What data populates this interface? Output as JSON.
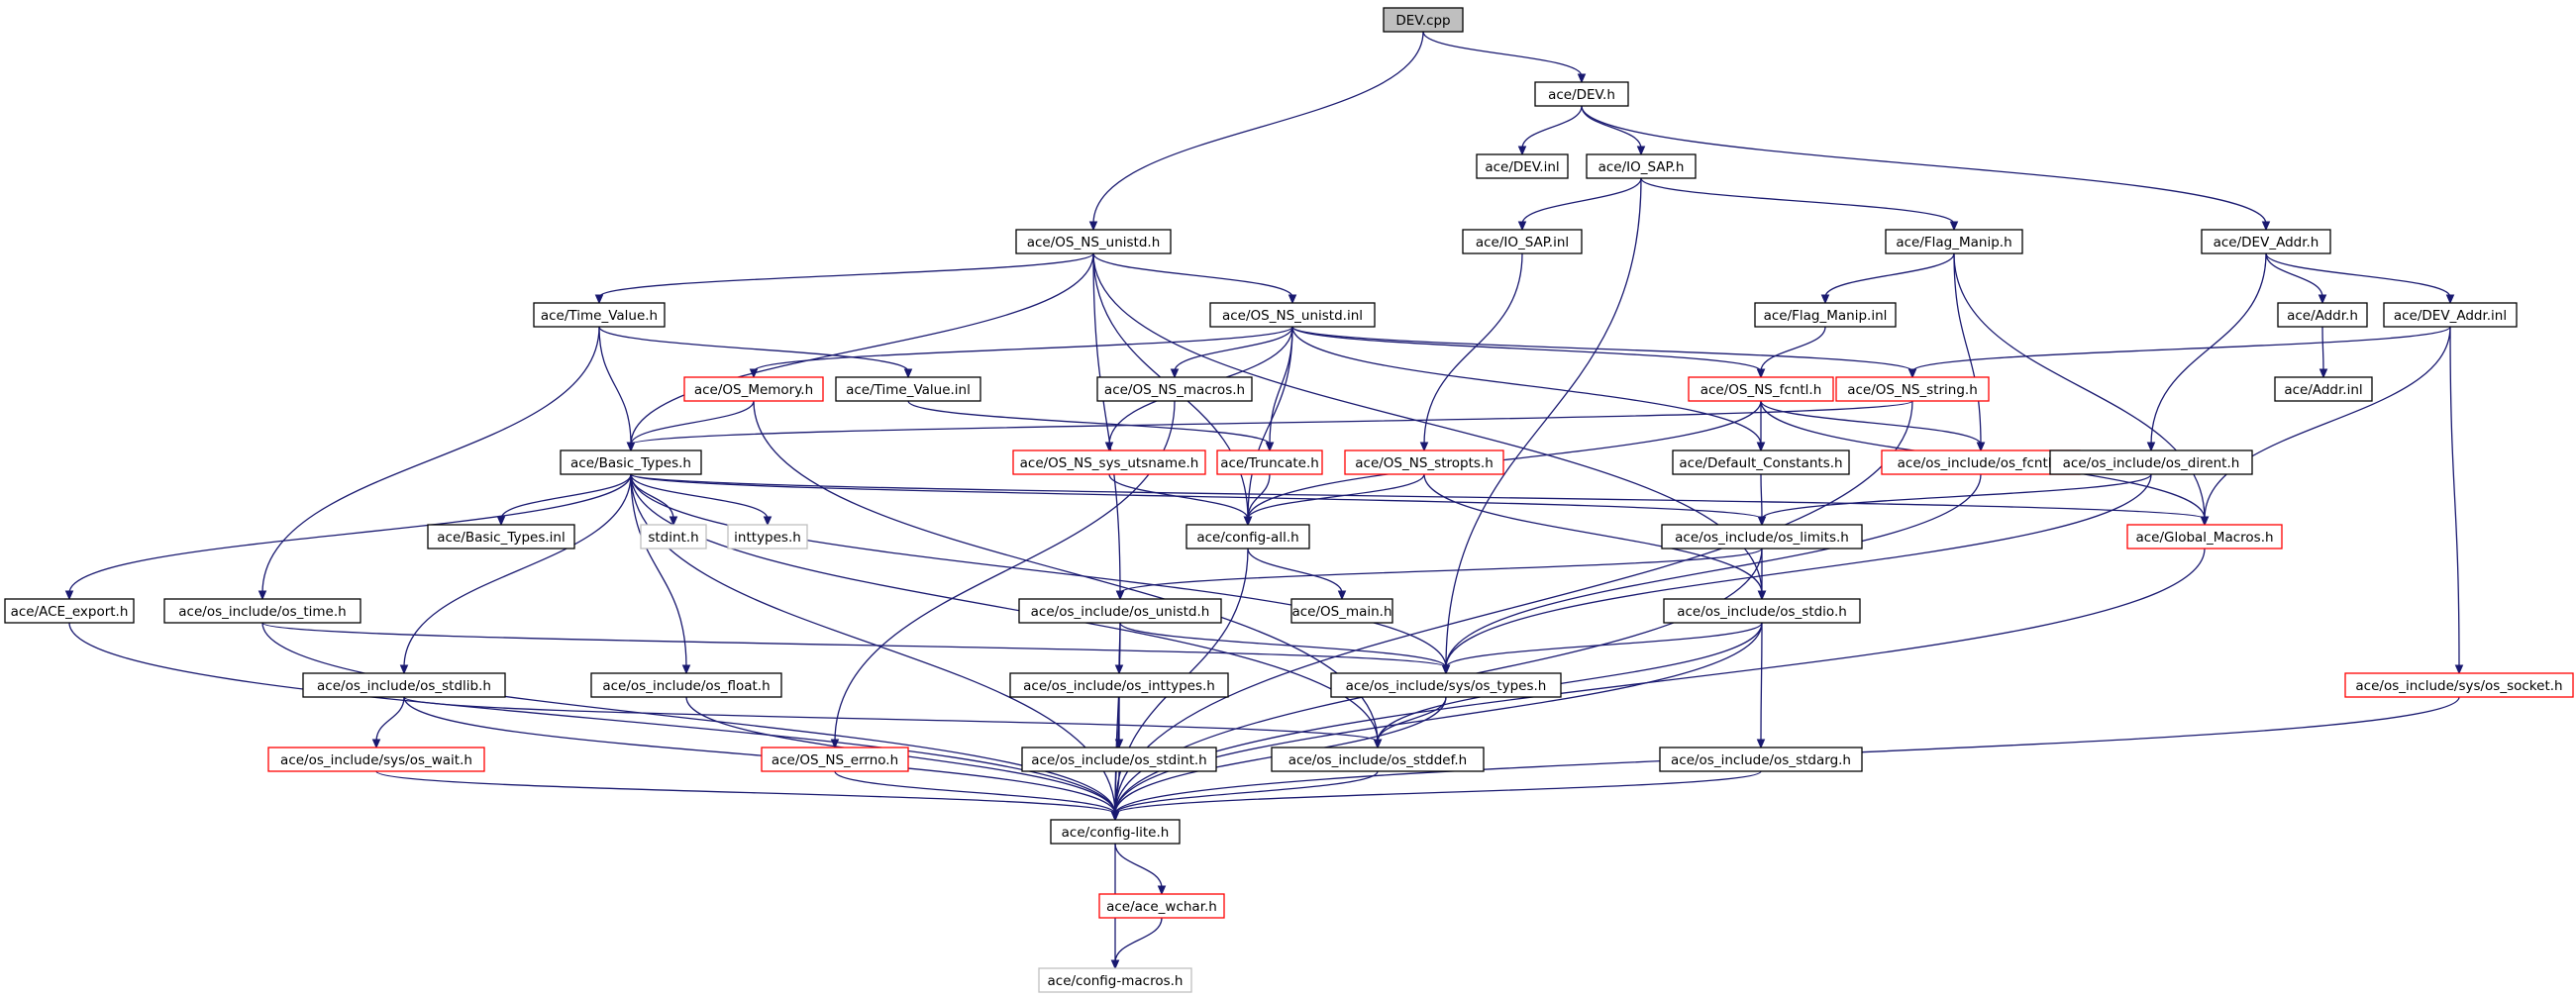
{
  "graph": {
    "colors": {
      "edge": "#191970",
      "root_fill": "#bfbfbf",
      "normal_border": "#000000",
      "truncated_border": "#ff0000",
      "external_border": "#bfbfbf",
      "external_text": "#7f7f7f"
    },
    "nodes": [
      {
        "id": "dev_cpp",
        "label": "DEV.cpp",
        "kind": "root"
      },
      {
        "id": "ace_dev_h",
        "label": "ace/DEV.h",
        "kind": "normal"
      },
      {
        "id": "dev_inl",
        "label": "ace/DEV.inl",
        "kind": "normal"
      },
      {
        "id": "io_sap_h",
        "label": "ace/IO_SAP.h",
        "kind": "normal"
      },
      {
        "id": "os_ns_unistd_h",
        "label": "ace/OS_NS_unistd.h",
        "kind": "normal"
      },
      {
        "id": "io_sap_inl",
        "label": "ace/IO_SAP.inl",
        "kind": "normal"
      },
      {
        "id": "flag_manip_h",
        "label": "ace/Flag_Manip.h",
        "kind": "normal"
      },
      {
        "id": "dev_addr_h",
        "label": "ace/DEV_Addr.h",
        "kind": "normal"
      },
      {
        "id": "time_value_h",
        "label": "ace/Time_Value.h",
        "kind": "normal"
      },
      {
        "id": "os_ns_unistd_inl",
        "label": "ace/OS_NS_unistd.inl",
        "kind": "normal"
      },
      {
        "id": "flag_manip_inl",
        "label": "ace/Flag_Manip.inl",
        "kind": "normal"
      },
      {
        "id": "addr_h",
        "label": "ace/Addr.h",
        "kind": "normal"
      },
      {
        "id": "dev_addr_inl",
        "label": "ace/DEV_Addr.inl",
        "kind": "normal"
      },
      {
        "id": "os_memory_h",
        "label": "ace/OS_Memory.h",
        "kind": "truncated"
      },
      {
        "id": "time_value_inl",
        "label": "ace/Time_Value.inl",
        "kind": "normal"
      },
      {
        "id": "os_ns_macros_h",
        "label": "ace/OS_NS_macros.h",
        "kind": "normal"
      },
      {
        "id": "os_ns_fcntl_h",
        "label": "ace/OS_NS_fcntl.h",
        "kind": "truncated"
      },
      {
        "id": "os_ns_string_h",
        "label": "ace/OS_NS_string.h",
        "kind": "truncated"
      },
      {
        "id": "addr_inl",
        "label": "ace/Addr.inl",
        "kind": "normal"
      },
      {
        "id": "basic_types_h",
        "label": "ace/Basic_Types.h",
        "kind": "normal"
      },
      {
        "id": "os_ns_sys_utsname_h",
        "label": "ace/OS_NS_sys_utsname.h",
        "kind": "truncated"
      },
      {
        "id": "truncate_h",
        "label": "ace/Truncate.h",
        "kind": "truncated"
      },
      {
        "id": "os_ns_stropts_h",
        "label": "ace/OS_NS_stropts.h",
        "kind": "truncated"
      },
      {
        "id": "default_constants_h",
        "label": "ace/Default_Constants.h",
        "kind": "normal"
      },
      {
        "id": "os_include_os_fcntl_h",
        "label": "ace/os_include/os_fcntl.h",
        "kind": "truncated"
      },
      {
        "id": "os_include_os_dirent_h",
        "label": "ace/os_include/os_dirent.h",
        "kind": "normal"
      },
      {
        "id": "basic_types_inl",
        "label": "ace/Basic_Types.inl",
        "kind": "normal"
      },
      {
        "id": "stdint_h",
        "label": "stdint.h",
        "kind": "external"
      },
      {
        "id": "inttypes_h",
        "label": "inttypes.h",
        "kind": "external"
      },
      {
        "id": "config_all_h",
        "label": "ace/config-all.h",
        "kind": "normal"
      },
      {
        "id": "os_include_os_limits_h",
        "label": "ace/os_include/os_limits.h",
        "kind": "normal"
      },
      {
        "id": "global_macros_h",
        "label": "ace/Global_Macros.h",
        "kind": "truncated"
      },
      {
        "id": "ace_export_h",
        "label": "ace/ACE_export.h",
        "kind": "normal"
      },
      {
        "id": "os_include_os_time_h",
        "label": "ace/os_include/os_time.h",
        "kind": "normal"
      },
      {
        "id": "os_include_os_unistd_h",
        "label": "ace/os_include/os_unistd.h",
        "kind": "normal"
      },
      {
        "id": "os_main_h",
        "label": "ace/OS_main.h",
        "kind": "normal"
      },
      {
        "id": "os_include_os_stdio_h",
        "label": "ace/os_include/os_stdio.h",
        "kind": "normal"
      },
      {
        "id": "os_include_os_stdlib_h",
        "label": "ace/os_include/os_stdlib.h",
        "kind": "normal"
      },
      {
        "id": "os_include_os_float_h",
        "label": "ace/os_include/os_float.h",
        "kind": "normal"
      },
      {
        "id": "os_include_os_inttypes_h",
        "label": "ace/os_include/os_inttypes.h",
        "kind": "normal"
      },
      {
        "id": "os_include_sys_os_types_h",
        "label": "ace/os_include/sys/os_types.h",
        "kind": "normal"
      },
      {
        "id": "os_include_sys_os_socket_h",
        "label": "ace/os_include/sys/os_socket.h",
        "kind": "truncated"
      },
      {
        "id": "os_include_sys_os_wait_h",
        "label": "ace/os_include/sys/os_wait.h",
        "kind": "truncated"
      },
      {
        "id": "os_ns_errno_h",
        "label": "ace/OS_NS_errno.h",
        "kind": "truncated"
      },
      {
        "id": "os_include_os_stdint_h",
        "label": "ace/os_include/os_stdint.h",
        "kind": "normal"
      },
      {
        "id": "os_include_os_stddef_h",
        "label": "ace/os_include/os_stddef.h",
        "kind": "normal"
      },
      {
        "id": "os_include_os_stdarg_h",
        "label": "ace/os_include/os_stdarg.h",
        "kind": "normal"
      },
      {
        "id": "config_lite_h",
        "label": "ace/config-lite.h",
        "kind": "normal"
      },
      {
        "id": "ace_wchar_h",
        "label": "ace/ace_wchar.h",
        "kind": "truncated"
      },
      {
        "id": "config_macros_h",
        "label": "ace/config-macros.h",
        "kind": "external"
      }
    ],
    "edges": [
      {
        "from": "dev_cpp",
        "to": "ace_dev_h"
      },
      {
        "from": "dev_cpp",
        "to": "os_ns_unistd_h"
      },
      {
        "from": "ace_dev_h",
        "to": "dev_inl"
      },
      {
        "from": "ace_dev_h",
        "to": "io_sap_h"
      },
      {
        "from": "ace_dev_h",
        "to": "dev_addr_h"
      },
      {
        "from": "io_sap_h",
        "to": "io_sap_inl"
      },
      {
        "from": "io_sap_h",
        "to": "flag_manip_h"
      },
      {
        "from": "io_sap_h",
        "to": "os_include_sys_os_types_h"
      },
      {
        "from": "io_sap_inl",
        "to": "os_ns_stropts_h"
      },
      {
        "from": "flag_manip_h",
        "to": "flag_manip_inl"
      },
      {
        "from": "flag_manip_h",
        "to": "os_include_os_fcntl_h"
      },
      {
        "from": "flag_manip_h",
        "to": "global_macros_h"
      },
      {
        "from": "flag_manip_inl",
        "to": "os_ns_fcntl_h"
      },
      {
        "from": "dev_addr_h",
        "to": "addr_h"
      },
      {
        "from": "dev_addr_h",
        "to": "dev_addr_inl"
      },
      {
        "from": "dev_addr_h",
        "to": "os_include_os_dirent_h"
      },
      {
        "from": "addr_h",
        "to": "addr_inl"
      },
      {
        "from": "dev_addr_inl",
        "to": "os_ns_string_h"
      },
      {
        "from": "dev_addr_inl",
        "to": "global_macros_h"
      },
      {
        "from": "dev_addr_inl",
        "to": "os_include_sys_os_socket_h"
      },
      {
        "from": "os_ns_unistd_h",
        "to": "time_value_h"
      },
      {
        "from": "os_ns_unistd_h",
        "to": "os_ns_unistd_inl"
      },
      {
        "from": "os_ns_unistd_h",
        "to": "basic_types_h"
      },
      {
        "from": "os_ns_unistd_h",
        "to": "config_all_h"
      },
      {
        "from": "os_ns_unistd_h",
        "to": "os_include_os_unistd_h"
      },
      {
        "from": "os_ns_unistd_h",
        "to": "os_include_os_stdio_h"
      },
      {
        "from": "time_value_h",
        "to": "basic_types_h"
      },
      {
        "from": "time_value_h",
        "to": "time_value_inl"
      },
      {
        "from": "time_value_h",
        "to": "os_include_os_time_h"
      },
      {
        "from": "time_value_inl",
        "to": "truncate_h"
      },
      {
        "from": "os_ns_unistd_inl",
        "to": "os_memory_h"
      },
      {
        "from": "os_ns_unistd_inl",
        "to": "os_ns_macros_h"
      },
      {
        "from": "os_ns_unistd_inl",
        "to": "os_ns_sys_utsname_h"
      },
      {
        "from": "os_ns_unistd_inl",
        "to": "truncate_h"
      },
      {
        "from": "os_ns_unistd_inl",
        "to": "os_ns_fcntl_h"
      },
      {
        "from": "os_ns_unistd_inl",
        "to": "os_ns_string_h"
      },
      {
        "from": "os_ns_unistd_inl",
        "to": "default_constants_h"
      },
      {
        "from": "os_ns_unistd_inl",
        "to": "config_all_h"
      },
      {
        "from": "os_ns_macros_h",
        "to": "os_ns_errno_h"
      },
      {
        "from": "os_memory_h",
        "to": "basic_types_h"
      },
      {
        "from": "os_memory_h",
        "to": "os_include_os_stddef_h"
      },
      {
        "from": "os_ns_fcntl_h",
        "to": "default_constants_h"
      },
      {
        "from": "os_ns_fcntl_h",
        "to": "os_include_os_fcntl_h"
      },
      {
        "from": "os_ns_fcntl_h",
        "to": "config_all_h"
      },
      {
        "from": "os_ns_fcntl_h",
        "to": "global_macros_h"
      },
      {
        "from": "os_ns_string_h",
        "to": "basic_types_h"
      },
      {
        "from": "os_ns_string_h",
        "to": "config_lite_h"
      },
      {
        "from": "os_ns_sys_utsname_h",
        "to": "config_all_h"
      },
      {
        "from": "truncate_h",
        "to": "config_all_h"
      },
      {
        "from": "os_ns_stropts_h",
        "to": "config_all_h"
      },
      {
        "from": "os_ns_stropts_h",
        "to": "os_include_os_stdio_h"
      },
      {
        "from": "default_constants_h",
        "to": "os_include_os_limits_h"
      },
      {
        "from": "os_include_os_fcntl_h",
        "to": "os_include_sys_os_types_h"
      },
      {
        "from": "os_include_os_dirent_h",
        "to": "os_include_os_limits_h"
      },
      {
        "from": "os_include_os_dirent_h",
        "to": "os_include_sys_os_types_h"
      },
      {
        "from": "basic_types_h",
        "to": "basic_types_inl"
      },
      {
        "from": "basic_types_h",
        "to": "stdint_h"
      },
      {
        "from": "basic_types_h",
        "to": "inttypes_h"
      },
      {
        "from": "basic_types_h",
        "to": "ace_export_h"
      },
      {
        "from": "basic_types_h",
        "to": "os_include_os_limits_h"
      },
      {
        "from": "basic_types_h",
        "to": "os_include_os_stdlib_h"
      },
      {
        "from": "basic_types_h",
        "to": "os_include_os_float_h"
      },
      {
        "from": "basic_types_h",
        "to": "os_include_sys_os_types_h"
      },
      {
        "from": "basic_types_h",
        "to": "os_include_os_stddef_h"
      },
      {
        "from": "basic_types_h",
        "to": "config_lite_h"
      },
      {
        "from": "basic_types_h",
        "to": "global_macros_h"
      },
      {
        "from": "config_all_h",
        "to": "os_main_h"
      },
      {
        "from": "config_all_h",
        "to": "config_lite_h"
      },
      {
        "from": "os_include_os_limits_h",
        "to": "os_include_os_unistd_h"
      },
      {
        "from": "os_include_os_limits_h",
        "to": "os_include_os_stdio_h"
      },
      {
        "from": "os_include_os_limits_h",
        "to": "config_lite_h"
      },
      {
        "from": "global_macros_h",
        "to": "config_lite_h"
      },
      {
        "from": "ace_export_h",
        "to": "config_lite_h"
      },
      {
        "from": "os_include_os_time_h",
        "to": "os_include_sys_os_types_h"
      },
      {
        "from": "os_include_os_time_h",
        "to": "config_lite_h"
      },
      {
        "from": "os_include_os_unistd_h",
        "to": "os_include_os_inttypes_h"
      },
      {
        "from": "os_include_os_unistd_h",
        "to": "os_include_sys_os_types_h"
      },
      {
        "from": "os_include_os_unistd_h",
        "to": "config_lite_h"
      },
      {
        "from": "os_include_os_stdio_h",
        "to": "os_include_os_stdarg_h"
      },
      {
        "from": "os_include_os_stdio_h",
        "to": "os_include_sys_os_types_h"
      },
      {
        "from": "os_include_os_stdio_h",
        "to": "os_include_os_stddef_h"
      },
      {
        "from": "os_include_os_stdio_h",
        "to": "config_lite_h"
      },
      {
        "from": "os_include_os_stdlib_h",
        "to": "os_include_sys_os_wait_h"
      },
      {
        "from": "os_include_os_stdlib_h",
        "to": "os_include_os_stddef_h"
      },
      {
        "from": "os_include_os_stdlib_h",
        "to": "config_lite_h"
      },
      {
        "from": "os_include_os_float_h",
        "to": "config_lite_h"
      },
      {
        "from": "os_include_os_inttypes_h",
        "to": "os_include_os_stdint_h"
      },
      {
        "from": "os_include_os_inttypes_h",
        "to": "config_lite_h"
      },
      {
        "from": "os_include_sys_os_types_h",
        "to": "os_include_os_stddef_h"
      },
      {
        "from": "os_include_sys_os_types_h",
        "to": "config_lite_h"
      },
      {
        "from": "os_include_sys_os_socket_h",
        "to": "config_lite_h"
      },
      {
        "from": "os_include_sys_os_wait_h",
        "to": "config_lite_h"
      },
      {
        "from": "os_ns_errno_h",
        "to": "config_lite_h"
      },
      {
        "from": "os_include_os_stdint_h",
        "to": "config_lite_h"
      },
      {
        "from": "os_include_os_stddef_h",
        "to": "config_lite_h"
      },
      {
        "from": "os_include_os_stdarg_h",
        "to": "config_lite_h"
      },
      {
        "from": "config_lite_h",
        "to": "ace_wchar_h"
      },
      {
        "from": "config_lite_h",
        "to": "config_macros_h"
      },
      {
        "from": "ace_wchar_h",
        "to": "config_macros_h"
      }
    ]
  }
}
